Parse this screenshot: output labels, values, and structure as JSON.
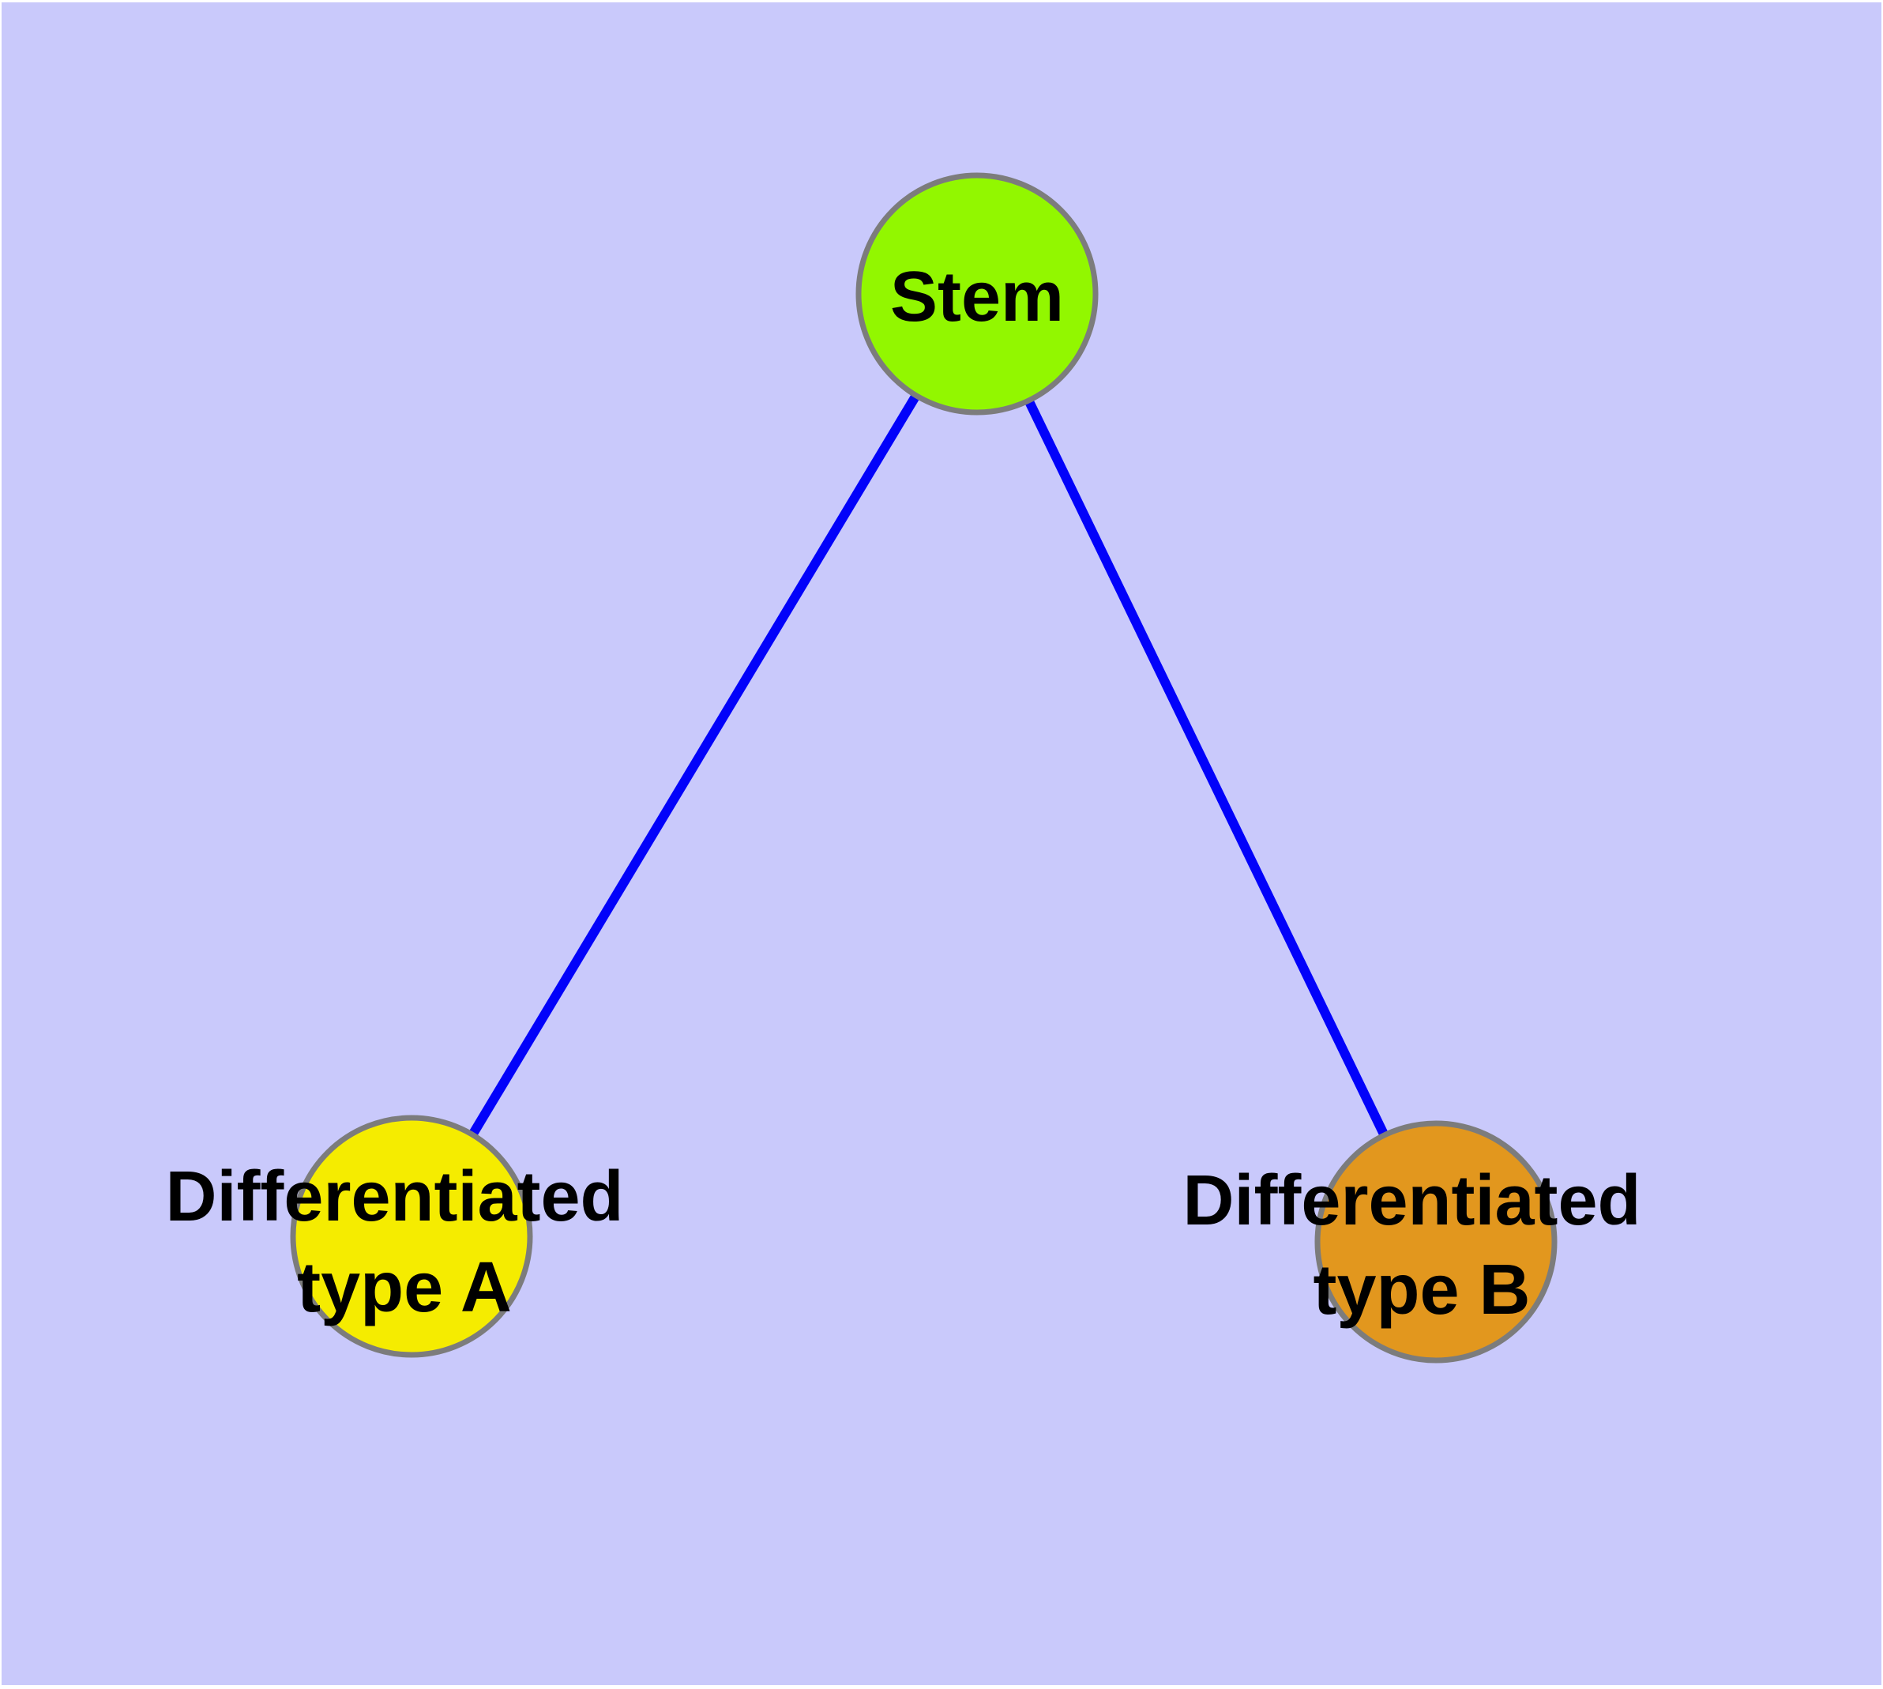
{
  "diagram": {
    "type": "node-link-graph",
    "background_color": "#C9C9FB",
    "edge_color": "#0202FA",
    "node_border_color": "#7C7C7C",
    "label_text_color": "#000000",
    "nodes": [
      {
        "id": "stem",
        "label": "Stem",
        "fill_color": "#92F700"
      },
      {
        "id": "differentiated-type-a",
        "label_line1": "Differentiated",
        "label_line2": "type A",
        "fill_color": "#F5EC00"
      },
      {
        "id": "differentiated-type-b",
        "label_line1": "Differentiated",
        "label_line2": "type B",
        "fill_color": "#E2971E"
      }
    ],
    "edges": [
      {
        "from": "Stem",
        "to": "Differentiated type A"
      },
      {
        "from": "Stem",
        "to": "Differentiated type B"
      }
    ]
  }
}
